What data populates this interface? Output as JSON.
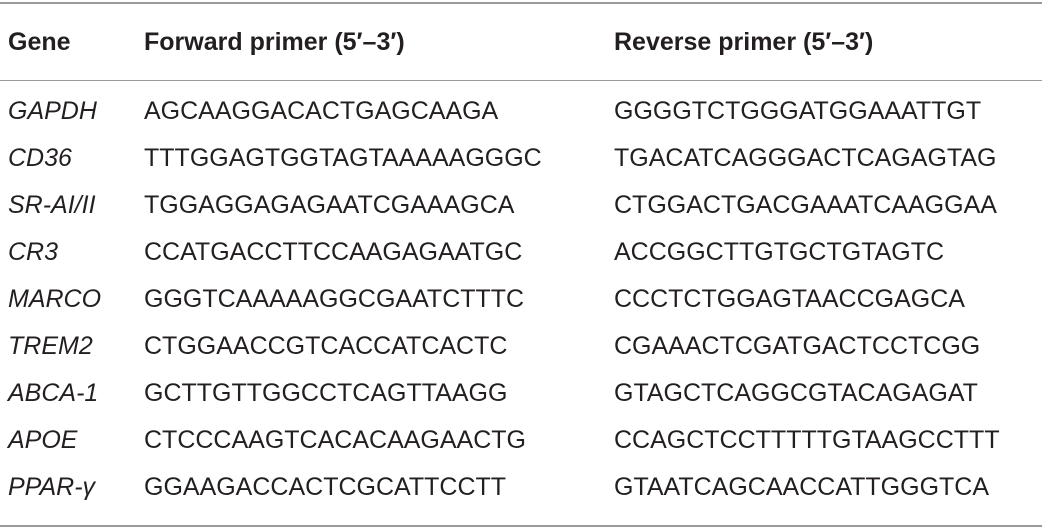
{
  "table": {
    "headers": {
      "gene": "Gene",
      "forward": "Forward primer (5′–3′)",
      "reverse": "Reverse primer (5′–3′)"
    },
    "rows": [
      {
        "gene": "GAPDH",
        "forward": "AGCAAGGACACTGAGCAAGA",
        "reverse": "GGGGTCTGGGATGGAAATTGT"
      },
      {
        "gene": "CD36",
        "forward": "TTTGGAGTGGTAGTAAAAAGGGC",
        "reverse": "TGACATCAGGGACTCAGAGTAG"
      },
      {
        "gene": "SR-AI/II",
        "forward": "TGGAGGAGAGAATCGAAAGCA",
        "reverse": "CTGGACTGACGAAATCAAGGAA"
      },
      {
        "gene": "CR3",
        "forward": "CCATGACCTTCCAAGAGAATGC",
        "reverse": "ACCGGCTTGTGCTGTAGTC"
      },
      {
        "gene": "MARCO",
        "forward": "GGGTCAAAAAGGCGAATCTTTC",
        "reverse": "CCCTCTGGAGTAACCGAGCA"
      },
      {
        "gene": "TREM2",
        "forward": "CTGGAACCGTCACCATCACTC",
        "reverse": "CGAAACTCGATGACTCCTCGG"
      },
      {
        "gene": "ABCA-1",
        "forward": "GCTTGTTGGCCTCAGTTAAGG",
        "reverse": "GTAGCTCAGGCGTACAGAGAT"
      },
      {
        "gene": "APOE",
        "forward": "CTCCCAAGTCACACAAGAACTG",
        "reverse": "CCAGCTCCTTTTTGTAAGCCTTT"
      },
      {
        "gene": "PPAR-γ",
        "forward": "GGAAGACCACTCGCATTCCTT",
        "reverse": "GTAATCAGCAACCATTGGGTCA"
      }
    ]
  }
}
